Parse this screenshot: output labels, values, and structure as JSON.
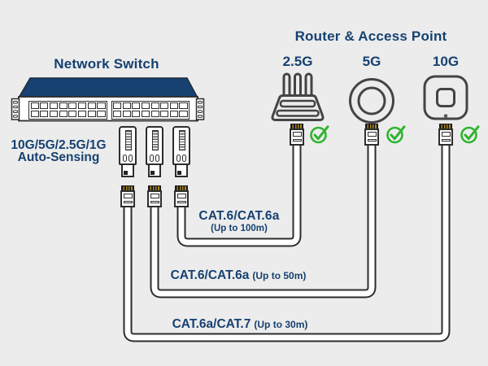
{
  "colors": {
    "background": "#ececec",
    "brand_navy": "#164170",
    "status_green": "#2eb52e",
    "line_dark": "#2d2d2d"
  },
  "switch": {
    "title": "Network Switch",
    "autosensing_line1": "10G/5G/2.5G/1G",
    "autosensing_line2": "Auto-Sensing",
    "transceiver_icon": "sfp-transceiver-icon",
    "port_rows": 2,
    "port_columns_per_block": 8,
    "port_blocks": 2
  },
  "right": {
    "heading": "Router & Access Point",
    "devices": [
      {
        "label": "2.5G",
        "icon": "wifi-router-icon",
        "status_icon": "green-check-icon"
      },
      {
        "label": "5G",
        "icon": "mesh-wifi-icon",
        "status_icon": "green-check-icon"
      },
      {
        "label": "10G",
        "icon": "access-point-icon",
        "status_icon": "green-check-icon"
      }
    ]
  },
  "cables": [
    {
      "name": "CAT.6/CAT.6a",
      "length": "(Up to 100m)"
    },
    {
      "name": "CAT.6/CAT.6a",
      "length": "(Up to 50m)"
    },
    {
      "name": "CAT.6a/CAT.7",
      "length": "(Up to 30m)"
    }
  ]
}
